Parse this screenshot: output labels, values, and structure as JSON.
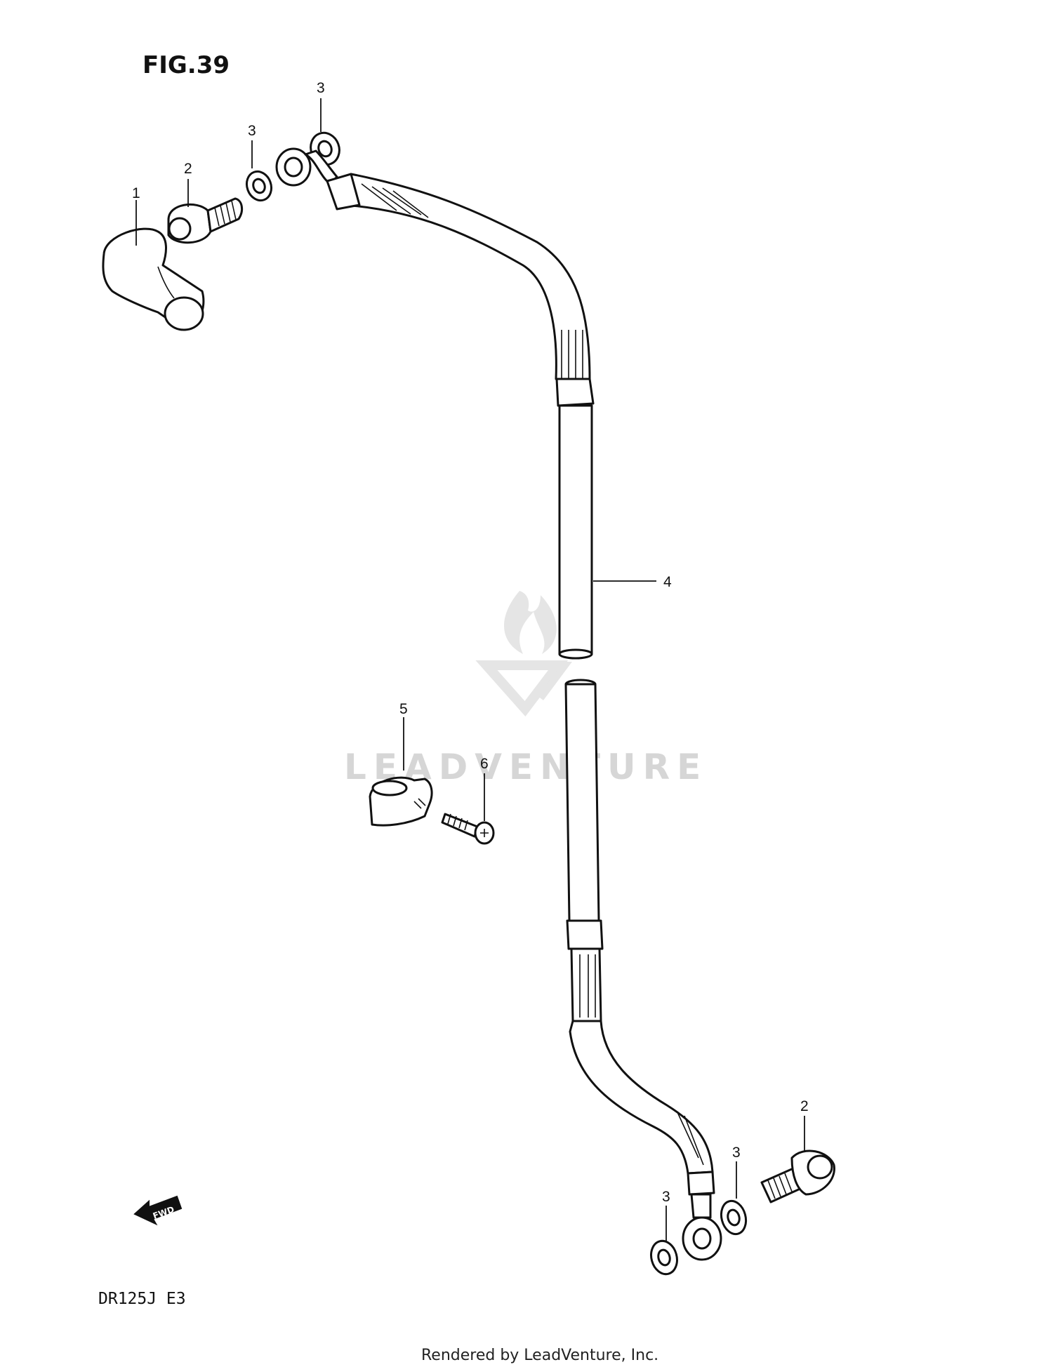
{
  "figure": {
    "title": "FIG.39",
    "model_code": "DR125J  E3",
    "footer": "Rendered by LeadVenture, Inc.",
    "watermark": "LEADVENTURE",
    "direction_badge": "FWD"
  },
  "callouts": [
    {
      "id": "c1",
      "label": "1"
    },
    {
      "id": "c2a",
      "label": "2"
    },
    {
      "id": "c3a",
      "label": "3"
    },
    {
      "id": "c3b",
      "label": "3"
    },
    {
      "id": "c4",
      "label": "4"
    },
    {
      "id": "c5",
      "label": "5"
    },
    {
      "id": "c6",
      "label": "6"
    },
    {
      "id": "c2b",
      "label": "2"
    },
    {
      "id": "c3c",
      "label": "3"
    },
    {
      "id": "c3d",
      "label": "3"
    }
  ],
  "colors": {
    "line": "#111111",
    "background": "#ffffff",
    "watermark": "#d6d6d6"
  }
}
